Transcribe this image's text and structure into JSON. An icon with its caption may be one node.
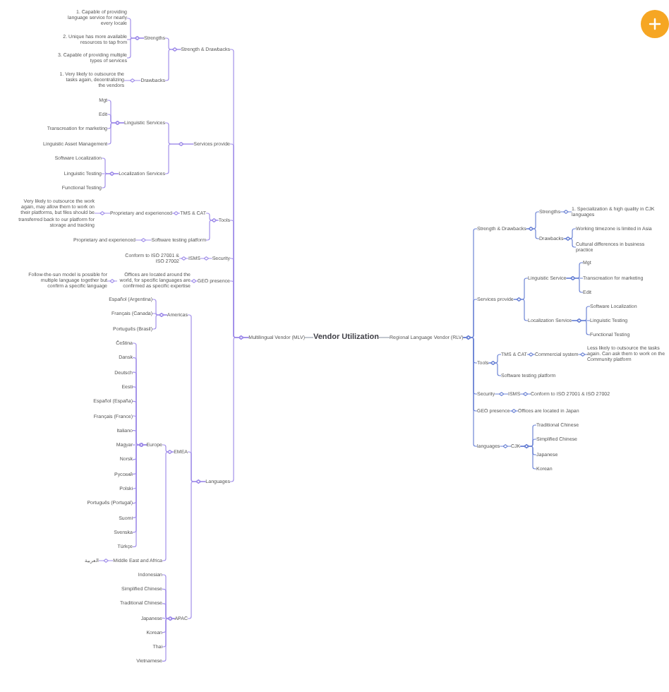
{
  "diagram": {
    "nodes": [
      {
        "text": [
          "Vendor Utilization"
        ]
      },
      {
        "text": [
          "Multilingual Vendor (MLV)"
        ]
      },
      {
        "text": [
          "Regional Language Vendor (RLV)"
        ]
      },
      {
        "text": [
          "Strength & Drawbacks"
        ]
      },
      {
        "text": [
          "Strengths"
        ]
      },
      {
        "text": [
          "1. Capable of providing language service for nearly every locale"
        ]
      },
      {
        "text": [
          "2. Unique has more available resources to tap from"
        ]
      },
      {
        "text": [
          "3. Capable of providing multiple types of services"
        ]
      },
      {
        "text": [
          "Drawbacks"
        ]
      },
      {
        "text": [
          "1. Very likely to outsource the tasks again, decentralizing the vendors"
        ]
      },
      {
        "text": [
          "Services provide"
        ]
      },
      {
        "text": [
          "Linguistic Services"
        ]
      },
      {
        "text": [
          "Mgt"
        ]
      },
      {
        "text": [
          "Edit"
        ]
      },
      {
        "text": [
          "Transcreation for marketing"
        ]
      },
      {
        "text": [
          "Linguistic Asset Management"
        ]
      },
      {
        "text": [
          "Localization Services"
        ]
      },
      {
        "text": [
          "Software Localization"
        ]
      },
      {
        "text": [
          "Linguistic Testing"
        ]
      },
      {
        "text": [
          "Functional Testing"
        ]
      },
      {
        "text": [
          "Tools"
        ]
      },
      {
        "text": [
          "TMS & CAT"
        ]
      },
      {
        "text": [
          "Proprietary and experienced"
        ]
      },
      {
        "text": [
          "Very likely to outsource the work again, may allow them to work on their platforms, but files should be transferred back to our platform for storage and tracking"
        ]
      },
      {
        "text": [
          "Software testing platform"
        ]
      },
      {
        "text": [
          "Proprietary and experienced"
        ]
      },
      {
        "text": [
          "Security"
        ]
      },
      {
        "text": [
          "ISMS"
        ]
      },
      {
        "text": [
          "Conform to ISO 27001 & ISO 27002"
        ]
      },
      {
        "text": [
          "GEO presence"
        ]
      },
      {
        "text": [
          "Offices are located around the world, for specific languages are confirmed as specific expertise"
        ]
      },
      {
        "text": [
          "Follow-the-sun model is possible for multiple language together but confirm a specific language"
        ]
      },
      {
        "text": [
          "Languages"
        ]
      },
      {
        "text": [
          "Americas"
        ]
      },
      {
        "text": [
          "Español (Argentina)"
        ]
      },
      {
        "text": [
          "Français (Canada)"
        ]
      },
      {
        "text": [
          "Português (Brasil)"
        ]
      },
      {
        "text": [
          "EMEA"
        ]
      },
      {
        "text": [
          "Europe"
        ]
      },
      {
        "text": [
          "Čeština"
        ]
      },
      {
        "text": [
          "Dansk"
        ]
      },
      {
        "text": [
          "Deutsch"
        ]
      },
      {
        "text": [
          "Eesti"
        ]
      },
      {
        "text": [
          "Español (España)"
        ]
      },
      {
        "text": [
          "Français (France)"
        ]
      },
      {
        "text": [
          "Italiano"
        ]
      },
      {
        "text": [
          "Magyar"
        ]
      },
      {
        "text": [
          "Norsk"
        ]
      },
      {
        "text": [
          "Русский"
        ]
      },
      {
        "text": [
          "Polski"
        ]
      },
      {
        "text": [
          "Português (Portugal)"
        ]
      },
      {
        "text": [
          "Suomi"
        ]
      },
      {
        "text": [
          "Svenska"
        ]
      },
      {
        "text": [
          "Türkçe"
        ]
      },
      {
        "text": [
          "Middle East and Africa"
        ]
      },
      {
        "text": [
          "العربية"
        ]
      },
      {
        "text": [
          "APAC"
        ]
      },
      {
        "text": [
          "Indonesian"
        ]
      },
      {
        "text": [
          "Simplified Chinese"
        ]
      },
      {
        "text": [
          "Traditional Chinese"
        ]
      },
      {
        "text": [
          "Japanese"
        ]
      },
      {
        "text": [
          "Korean"
        ]
      },
      {
        "text": [
          "Thai"
        ]
      },
      {
        "text": [
          "Vietnamese"
        ]
      },
      {
        "text": [
          "Strength & Drawbacks"
        ]
      },
      {
        "text": [
          "Strengths"
        ]
      },
      {
        "text": [
          "1. Specialization & high quality in CJK languages"
        ]
      },
      {
        "text": [
          "Drawbacks"
        ]
      },
      {
        "text": [
          "Working timezone is limited in Asia"
        ]
      },
      {
        "text": [
          "Cultural differences in business practice"
        ]
      },
      {
        "text": [
          "Services provide"
        ]
      },
      {
        "text": [
          "Linguistic Service"
        ]
      },
      {
        "text": [
          "Mgt"
        ]
      },
      {
        "text": [
          "Transcreation for marketing"
        ]
      },
      {
        "text": [
          "Edit"
        ]
      },
      {
        "text": [
          "Localization Service"
        ]
      },
      {
        "text": [
          "Software Localization"
        ]
      },
      {
        "text": [
          "Linguistic Testing"
        ]
      },
      {
        "text": [
          "Functional Testing"
        ]
      },
      {
        "text": [
          "Tools"
        ]
      },
      {
        "text": [
          "TMS & CAT"
        ]
      },
      {
        "text": [
          "Commercial system"
        ]
      },
      {
        "text": [
          "Less likely to outsource the tasks again. Can ask them to work on the Community platform"
        ]
      },
      {
        "text": [
          "Software testing platform"
        ]
      },
      {
        "text": [
          "Security"
        ]
      },
      {
        "text": [
          "ISMS"
        ]
      },
      {
        "text": [
          "Conform to ISO 27001 & ISO 27002"
        ]
      },
      {
        "text": [
          "GEO presence"
        ]
      },
      {
        "text": [
          "Offices are located in Japan"
        ]
      },
      {
        "text": [
          "languages"
        ]
      },
      {
        "text": [
          "CJK"
        ]
      },
      {
        "text": [
          "Traditional Chinese"
        ]
      },
      {
        "text": [
          "Simplified Chinese"
        ]
      },
      {
        "text": [
          "Japanese"
        ]
      },
      {
        "text": [
          "Korean"
        ]
      }
    ],
    "edges": [
      {
        "from": 0,
        "to": 1,
        "arrow": "none",
        "color": "#9ca3af"
      },
      {
        "from": 0,
        "to": 2,
        "arrow": "none",
        "color": "#9ca3af"
      },
      {
        "from": 1,
        "to": 3,
        "arrow": "none"
      },
      {
        "from": 3,
        "to": 4,
        "arrow": "none"
      },
      {
        "from": 4,
        "to": 5,
        "arrow": "none"
      },
      {
        "from": 4,
        "to": 6,
        "arrow": "none"
      },
      {
        "from": 4,
        "to": 7,
        "arrow": "none"
      },
      {
        "from": 3,
        "to": 8,
        "arrow": "none"
      },
      {
        "from": 8,
        "to": 9,
        "arrow": "none"
      },
      {
        "from": 1,
        "to": 10,
        "arrow": "none"
      },
      {
        "from": 10,
        "to": 11,
        "arrow": "none"
      },
      {
        "from": 11,
        "to": 12,
        "arrow": "none"
      },
      {
        "from": 11,
        "to": 13,
        "arrow": "none"
      },
      {
        "from": 11,
        "to": 14,
        "arrow": "none"
      },
      {
        "from": 11,
        "to": 15,
        "arrow": "none"
      },
      {
        "from": 10,
        "to": 16,
        "arrow": "none"
      },
      {
        "from": 16,
        "to": 17,
        "arrow": "none"
      },
      {
        "from": 16,
        "to": 18,
        "arrow": "none"
      },
      {
        "from": 16,
        "to": 19,
        "arrow": "none"
      },
      {
        "from": 1,
        "to": 20,
        "arrow": "none"
      },
      {
        "from": 20,
        "to": 21,
        "arrow": "none"
      },
      {
        "from": 21,
        "to": 22,
        "arrow": "none"
      },
      {
        "from": 22,
        "to": 23,
        "arrow": "none"
      },
      {
        "from": 20,
        "to": 24,
        "arrow": "none"
      },
      {
        "from": 24,
        "to": 25,
        "arrow": "none"
      },
      {
        "from": 1,
        "to": 26,
        "arrow": "none"
      },
      {
        "from": 26,
        "to": 27,
        "arrow": "none"
      },
      {
        "from": 27,
        "to": 28,
        "arrow": "none"
      },
      {
        "from": 1,
        "to": 29,
        "arrow": "none"
      },
      {
        "from": 29,
        "to": 30,
        "arrow": "none"
      },
      {
        "from": 30,
        "to": 31,
        "arrow": "none"
      },
      {
        "from": 1,
        "to": 32,
        "arrow": "none"
      },
      {
        "from": 32,
        "to": 33,
        "arrow": "none"
      },
      {
        "from": 33,
        "to": 34,
        "arrow": "none"
      },
      {
        "from": 33,
        "to": 35,
        "arrow": "none"
      },
      {
        "from": 33,
        "to": 36,
        "arrow": "none"
      },
      {
        "from": 32,
        "to": 37,
        "arrow": "none"
      },
      {
        "from": 37,
        "to": 38,
        "arrow": "none"
      },
      {
        "from": 38,
        "to": 39,
        "arrow": "none"
      },
      {
        "from": 38,
        "to": 40,
        "arrow": "none"
      },
      {
        "from": 38,
        "to": 41,
        "arrow": "none"
      },
      {
        "from": 38,
        "to": 42,
        "arrow": "none"
      },
      {
        "from": 38,
        "to": 43,
        "arrow": "none"
      },
      {
        "from": 38,
        "to": 44,
        "arrow": "none"
      },
      {
        "from": 38,
        "to": 45,
        "arrow": "none"
      },
      {
        "from": 38,
        "to": 46,
        "arrow": "none"
      },
      {
        "from": 38,
        "to": 47,
        "arrow": "none"
      },
      {
        "from": 38,
        "to": 48,
        "arrow": "none"
      },
      {
        "from": 38,
        "to": 49,
        "arrow": "none"
      },
      {
        "from": 38,
        "to": 50,
        "arrow": "none"
      },
      {
        "from": 38,
        "to": 51,
        "arrow": "none"
      },
      {
        "from": 38,
        "to": 52,
        "arrow": "none"
      },
      {
        "from": 38,
        "to": 53,
        "arrow": "none"
      },
      {
        "from": 37,
        "to": 54,
        "arrow": "none"
      },
      {
        "from": 54,
        "to": 55,
        "arrow": "none"
      },
      {
        "from": 32,
        "to": 56,
        "arrow": "none"
      },
      {
        "from": 56,
        "to": 57,
        "arrow": "none"
      },
      {
        "from": 56,
        "to": 58,
        "arrow": "none"
      },
      {
        "from": 56,
        "to": 59,
        "arrow": "none"
      },
      {
        "from": 56,
        "to": 60,
        "arrow": "none"
      },
      {
        "from": 56,
        "to": 61,
        "arrow": "none"
      },
      {
        "from": 56,
        "to": 62,
        "arrow": "none"
      },
      {
        "from": 56,
        "to": 63,
        "arrow": "none"
      },
      {
        "from": 2,
        "to": 64,
        "arrow": "none",
        "color": "#6f86d6"
      },
      {
        "from": 64,
        "to": 65,
        "arrow": "none",
        "color": "#6f86d6"
      },
      {
        "from": 65,
        "to": 66,
        "arrow": "none",
        "color": "#6f86d6"
      },
      {
        "from": 64,
        "to": 67,
        "arrow": "none",
        "color": "#6f86d6"
      },
      {
        "from": 67,
        "to": 68,
        "arrow": "none",
        "color": "#6f86d6"
      },
      {
        "from": 67,
        "to": 69,
        "arrow": "none",
        "color": "#6f86d6"
      },
      {
        "from": 2,
        "to": 70,
        "arrow": "none",
        "color": "#6f86d6"
      },
      {
        "from": 70,
        "to": 71,
        "arrow": "none",
        "color": "#6f86d6"
      },
      {
        "from": 71,
        "to": 72,
        "arrow": "none",
        "color": "#6f86d6"
      },
      {
        "from": 71,
        "to": 73,
        "arrow": "none",
        "color": "#6f86d6"
      },
      {
        "from": 71,
        "to": 74,
        "arrow": "none",
        "color": "#6f86d6"
      },
      {
        "from": 70,
        "to": 75,
        "arrow": "none",
        "color": "#6f86d6"
      },
      {
        "from": 75,
        "to": 76,
        "arrow": "none",
        "color": "#6f86d6"
      },
      {
        "from": 75,
        "to": 77,
        "arrow": "none",
        "color": "#6f86d6"
      },
      {
        "from": 75,
        "to": 78,
        "arrow": "none",
        "color": "#6f86d6"
      },
      {
        "from": 2,
        "to": 79,
        "arrow": "none",
        "color": "#6f86d6"
      },
      {
        "from": 79,
        "to": 80,
        "arrow": "none",
        "color": "#6f86d6"
      },
      {
        "from": 80,
        "to": 81,
        "arrow": "none",
        "color": "#6f86d6"
      },
      {
        "from": 81,
        "to": 82,
        "arrow": "none",
        "color": "#6f86d6"
      },
      {
        "from": 79,
        "to": 83,
        "arrow": "none",
        "color": "#6f86d6"
      },
      {
        "from": 2,
        "to": 84,
        "arrow": "none",
        "color": "#6f86d6"
      },
      {
        "from": 84,
        "to": 85,
        "arrow": "none",
        "color": "#6f86d6"
      },
      {
        "from": 85,
        "to": 86,
        "arrow": "none",
        "color": "#6f86d6"
      },
      {
        "from": 2,
        "to": 87,
        "arrow": "none",
        "color": "#6f86d6"
      },
      {
        "from": 87,
        "to": 88,
        "arrow": "none",
        "color": "#6f86d6"
      },
      {
        "from": 2,
        "to": 89,
        "arrow": "none",
        "color": "#6f86d6"
      },
      {
        "from": 89,
        "to": 90,
        "arrow": "none",
        "color": "#6f86d6"
      },
      {
        "from": 90,
        "to": 91,
        "arrow": "none",
        "color": "#6f86d6"
      },
      {
        "from": 90,
        "to": 92,
        "arrow": "none",
        "color": "#6f86d6"
      },
      {
        "from": 90,
        "to": 93,
        "arrow": "none",
        "color": "#6f86d6"
      },
      {
        "from": 90,
        "to": 94,
        "arrow": "none",
        "color": "#6f86d6"
      }
    ]
  }
}
